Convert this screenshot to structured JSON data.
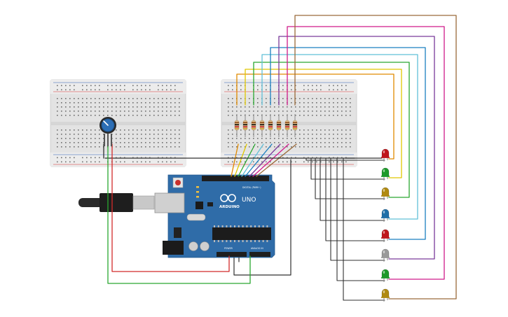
{
  "board": {
    "logo_text": "ARDUINO",
    "model_text": "UNO",
    "digital_label": "DIGITAL (PWM~)",
    "power_label": "POWER",
    "analog_label": "ANALOG IN"
  },
  "leds": [
    {
      "color": "#c0161c"
    },
    {
      "color": "#1d9a2a"
    },
    {
      "color": "#b08a10"
    },
    {
      "color": "#1f6fa8"
    },
    {
      "color": "#c0161c"
    },
    {
      "color": "#9a9a9a"
    },
    {
      "color": "#1d9a2a"
    },
    {
      "color": "#b08a10"
    }
  ],
  "wire_colors": [
    "#e08a00",
    "#e0c800",
    "#2aa830",
    "#62c0d8",
    "#1a7fc0",
    "#7a3a9a",
    "#d01b8a",
    "#9a6a3a"
  ],
  "colors": {
    "board_blue": "#2f6ca8",
    "breadboard": "#e6e6e6",
    "rail_red": "#d22b2b",
    "rail_blue": "#2d5fb5",
    "wire_gnd": "#303030",
    "wire_5v": "#d22b2b",
    "wire_signal": "#2aa830",
    "pot_knob": "#2c6eb5"
  }
}
